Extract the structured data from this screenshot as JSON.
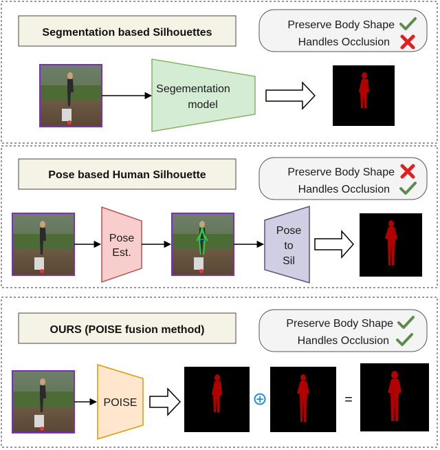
{
  "sections": [
    {
      "title": "Segmentation based Silhouettes",
      "criteria": [
        {
          "label": "Preserve Body Shape",
          "status": "check"
        },
        {
          "label": "Handles Occlusion",
          "status": "cross"
        }
      ],
      "blocks": [
        {
          "label_lines": [
            "Segementation",
            "model"
          ],
          "color": "#d5ecd4"
        }
      ]
    },
    {
      "title": "Pose based Human Silhouette",
      "criteria": [
        {
          "label": "Preserve Body Shape",
          "status": "cross"
        },
        {
          "label": "Handles Occlusion",
          "status": "check"
        }
      ],
      "blocks": [
        {
          "label_lines": [
            "Pose",
            "Est."
          ],
          "color": "#f8cecc"
        },
        {
          "label_lines": [
            "Pose",
            "to",
            "Sil"
          ],
          "color": "#d0cee2"
        }
      ]
    },
    {
      "title": "OURS (POISE fusion method)",
      "criteria": [
        {
          "label": "Preserve Body Shape",
          "status": "check"
        },
        {
          "label": "Handles Occlusion",
          "status": "check"
        }
      ],
      "blocks": [
        {
          "label_lines": [
            "POISE"
          ],
          "color": "#ffe6cc"
        }
      ],
      "operators": {
        "plus": "+",
        "equals": "="
      }
    }
  ],
  "icons": {
    "check": "check-icon",
    "cross": "cross-icon",
    "check_color": "#5b8c4e",
    "cross_color": "#e02020",
    "plus_color": "#1f8ce0",
    "photo_border": "#7b2fbf",
    "silhouette_color": "#b00000"
  }
}
